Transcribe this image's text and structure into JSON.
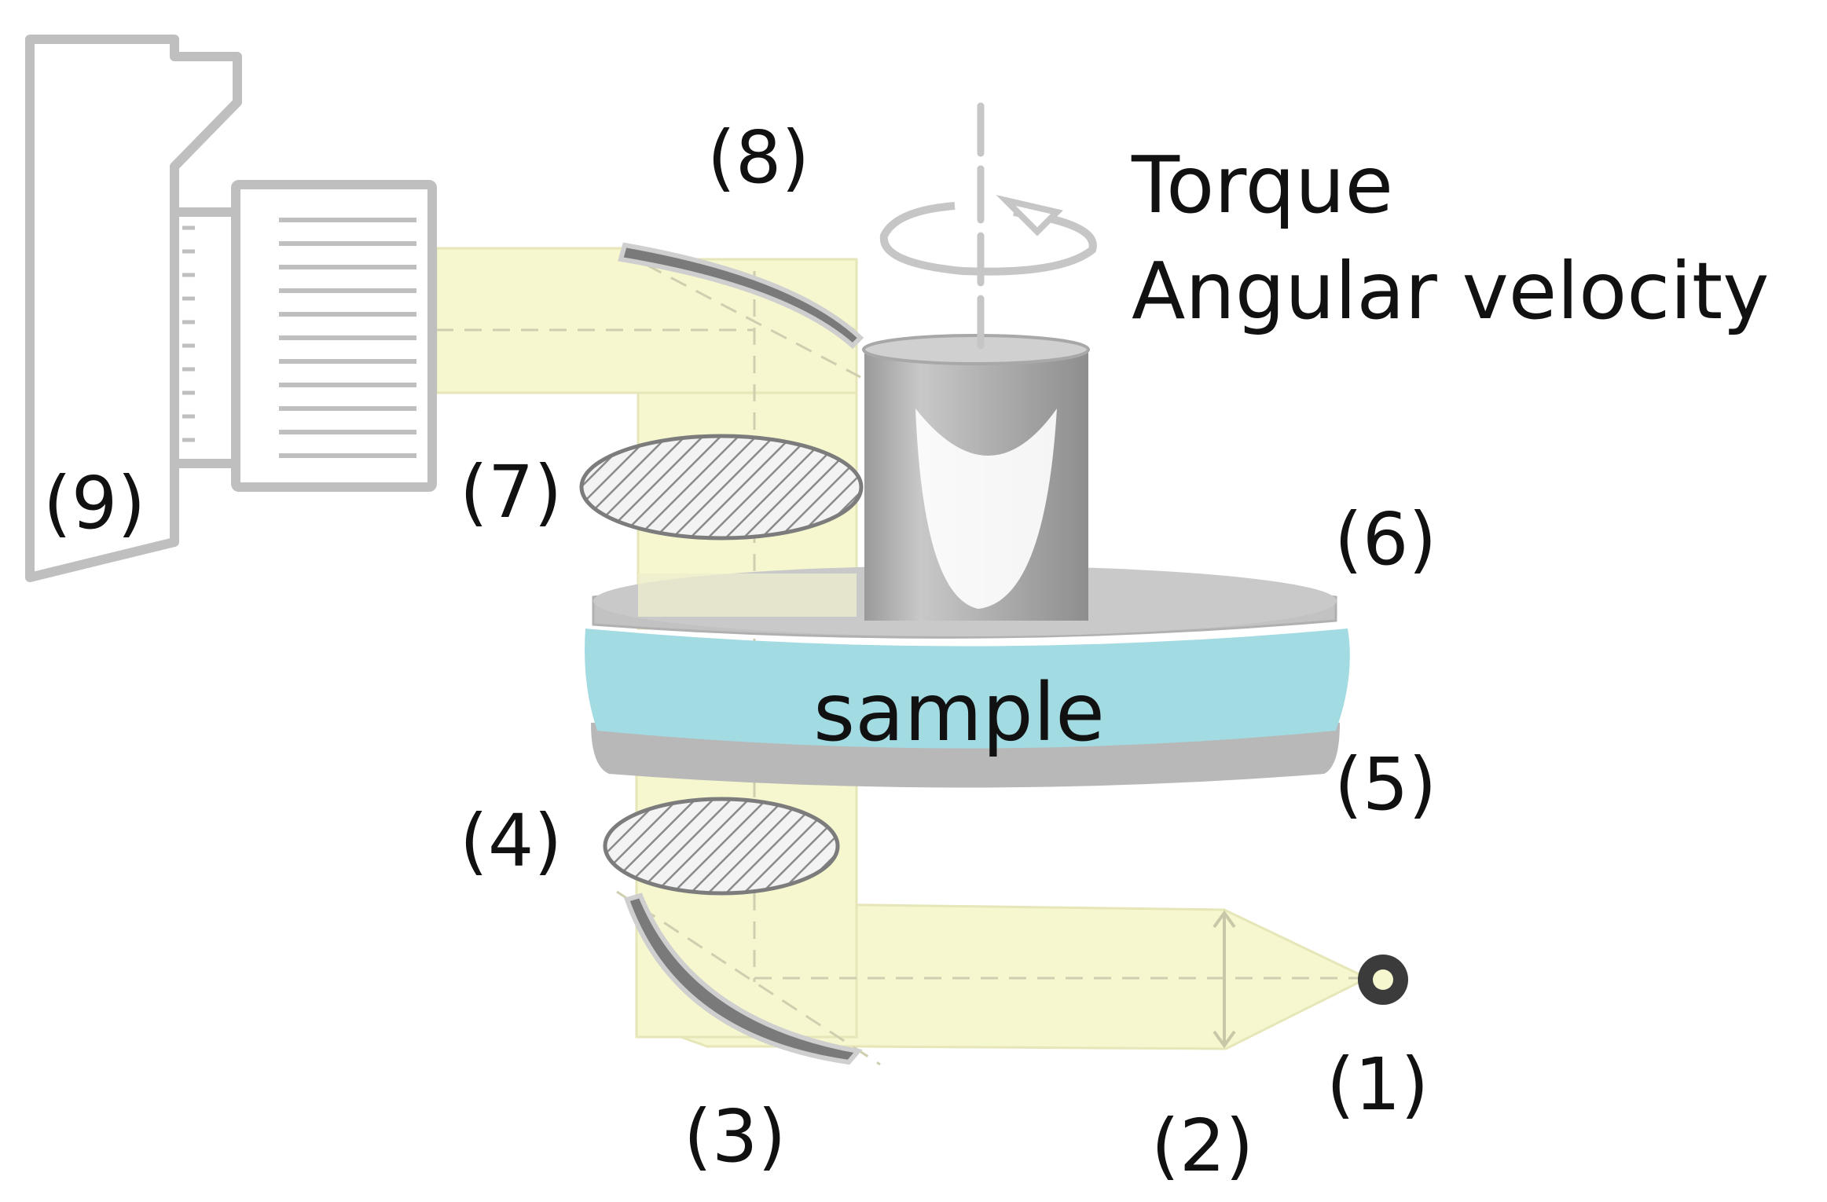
{
  "labels": {
    "l1": "(1)",
    "l2": "(2)",
    "l3": "(3)",
    "l4": "(4)",
    "l5": "(5)",
    "l6": "(6)",
    "l7": "(7)",
    "l8": "(8)",
    "l9": "(9)",
    "torque": "Torque",
    "angular_velocity": "Angular velocity",
    "sample": "sample"
  },
  "colors": {
    "beam": "#f6f6cf",
    "sample": "#a3dbe3",
    "plate": "#c2c2c2",
    "outline": "#bdbdbd",
    "text": "#111111"
  },
  "icons": {
    "camera": "camera-icon",
    "rotation": "rotation-arrow-icon",
    "source": "light-source-icon"
  }
}
